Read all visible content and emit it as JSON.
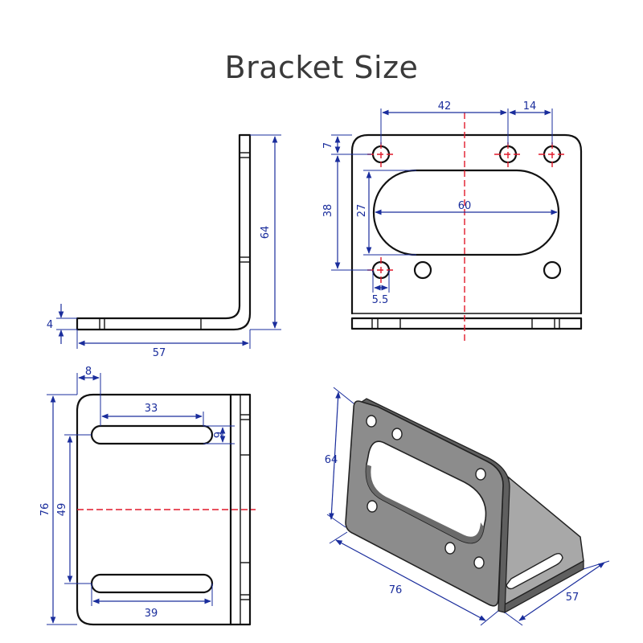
{
  "title": "Bracket Size",
  "colors": {
    "outline": "#111111",
    "dimension": "#1a2d9c",
    "centerline": "#e0192a",
    "metal_face": "#8c8c8c",
    "metal_edge": "#5f5f5f",
    "title": "#3a3a3a"
  },
  "views": {
    "side": {
      "thickness": "4",
      "base_length": "57",
      "height": "64"
    },
    "front": {
      "hole_spacing_top": "42",
      "hole_spacing_right": "14",
      "top_offset": "7",
      "vertical_hole_spacing": "38",
      "slot_height": "27",
      "slot_length": "60",
      "hole_diameter": "5.5"
    },
    "top": {
      "edge_offset": "8",
      "slot_length_top": "33",
      "slot_width": "6",
      "width": "76",
      "slot_spacing": "49",
      "slot_length_bottom": "39"
    },
    "iso": {
      "height": "64",
      "width": "76",
      "depth": "57"
    }
  }
}
